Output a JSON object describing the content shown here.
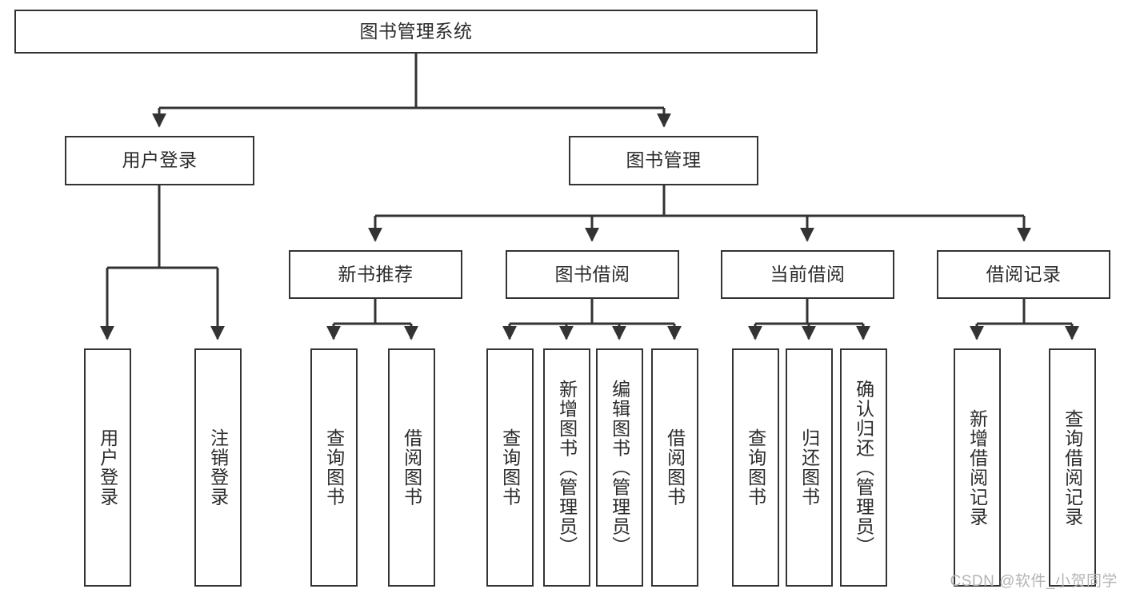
{
  "diagram": {
    "type": "tree",
    "title": "图书管理系统",
    "root": {
      "id": "root",
      "label": "图书管理系统"
    },
    "level2": [
      {
        "id": "user-login",
        "label": "用户登录"
      },
      {
        "id": "book-manage",
        "label": "图书管理"
      }
    ],
    "level3": [
      {
        "id": "new-book-rec",
        "label": "新书推荐"
      },
      {
        "id": "book-borrow",
        "label": "图书借阅"
      },
      {
        "id": "current-borrow",
        "label": "当前借阅"
      },
      {
        "id": "borrow-record",
        "label": "借阅记录"
      }
    ],
    "leaves": [
      {
        "id": "leaf-user-login",
        "label": "用户登录"
      },
      {
        "id": "leaf-logout",
        "label": "注销登录"
      },
      {
        "id": "leaf-query-book-1",
        "label": "查询图书"
      },
      {
        "id": "leaf-borrow-book-1",
        "label": "借阅图书"
      },
      {
        "id": "leaf-query-book-2",
        "label": "查询图书"
      },
      {
        "id": "leaf-add-book",
        "label": "新增图书（管理员）"
      },
      {
        "id": "leaf-edit-book",
        "label": "编辑图书（管理员）"
      },
      {
        "id": "leaf-borrow-book-2",
        "label": "借阅图书"
      },
      {
        "id": "leaf-query-book-3",
        "label": "查询图书"
      },
      {
        "id": "leaf-return-book",
        "label": "归还图书"
      },
      {
        "id": "leaf-confirm-return",
        "label": "确认归还（管理员）"
      },
      {
        "id": "leaf-add-record",
        "label": "新增借阅记录"
      },
      {
        "id": "leaf-query-record",
        "label": "查询借阅记录"
      }
    ],
    "colors": {
      "line": "#333333",
      "box_border": "#333333",
      "box_fill": "#ffffff",
      "text": "#2b2b2b",
      "watermark": "#b4b4b4"
    }
  },
  "watermark": {
    "text": "CSDN @软件_小贺同学"
  }
}
